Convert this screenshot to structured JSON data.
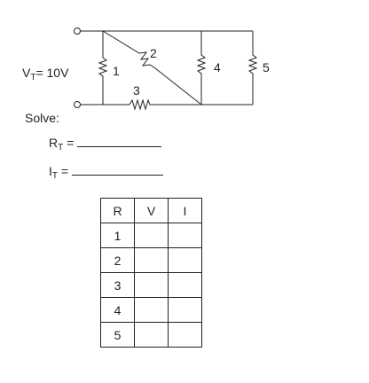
{
  "circuit": {
    "voltage_label": {
      "prefix": "V",
      "sub": "T",
      "value": "= 10V"
    },
    "resistor_labels": [
      "1",
      "2",
      "3",
      "4",
      "5"
    ]
  },
  "prompt": "Solve:",
  "answers": [
    {
      "symbol": "R",
      "sub": "T",
      "eq": "="
    },
    {
      "symbol": "I",
      "sub": "T",
      "eq": "="
    }
  ],
  "table": {
    "headers": [
      "R",
      "V",
      "I"
    ],
    "rows": [
      "1",
      "2",
      "3",
      "4",
      "5"
    ]
  },
  "colors": {
    "line": "#222222"
  }
}
